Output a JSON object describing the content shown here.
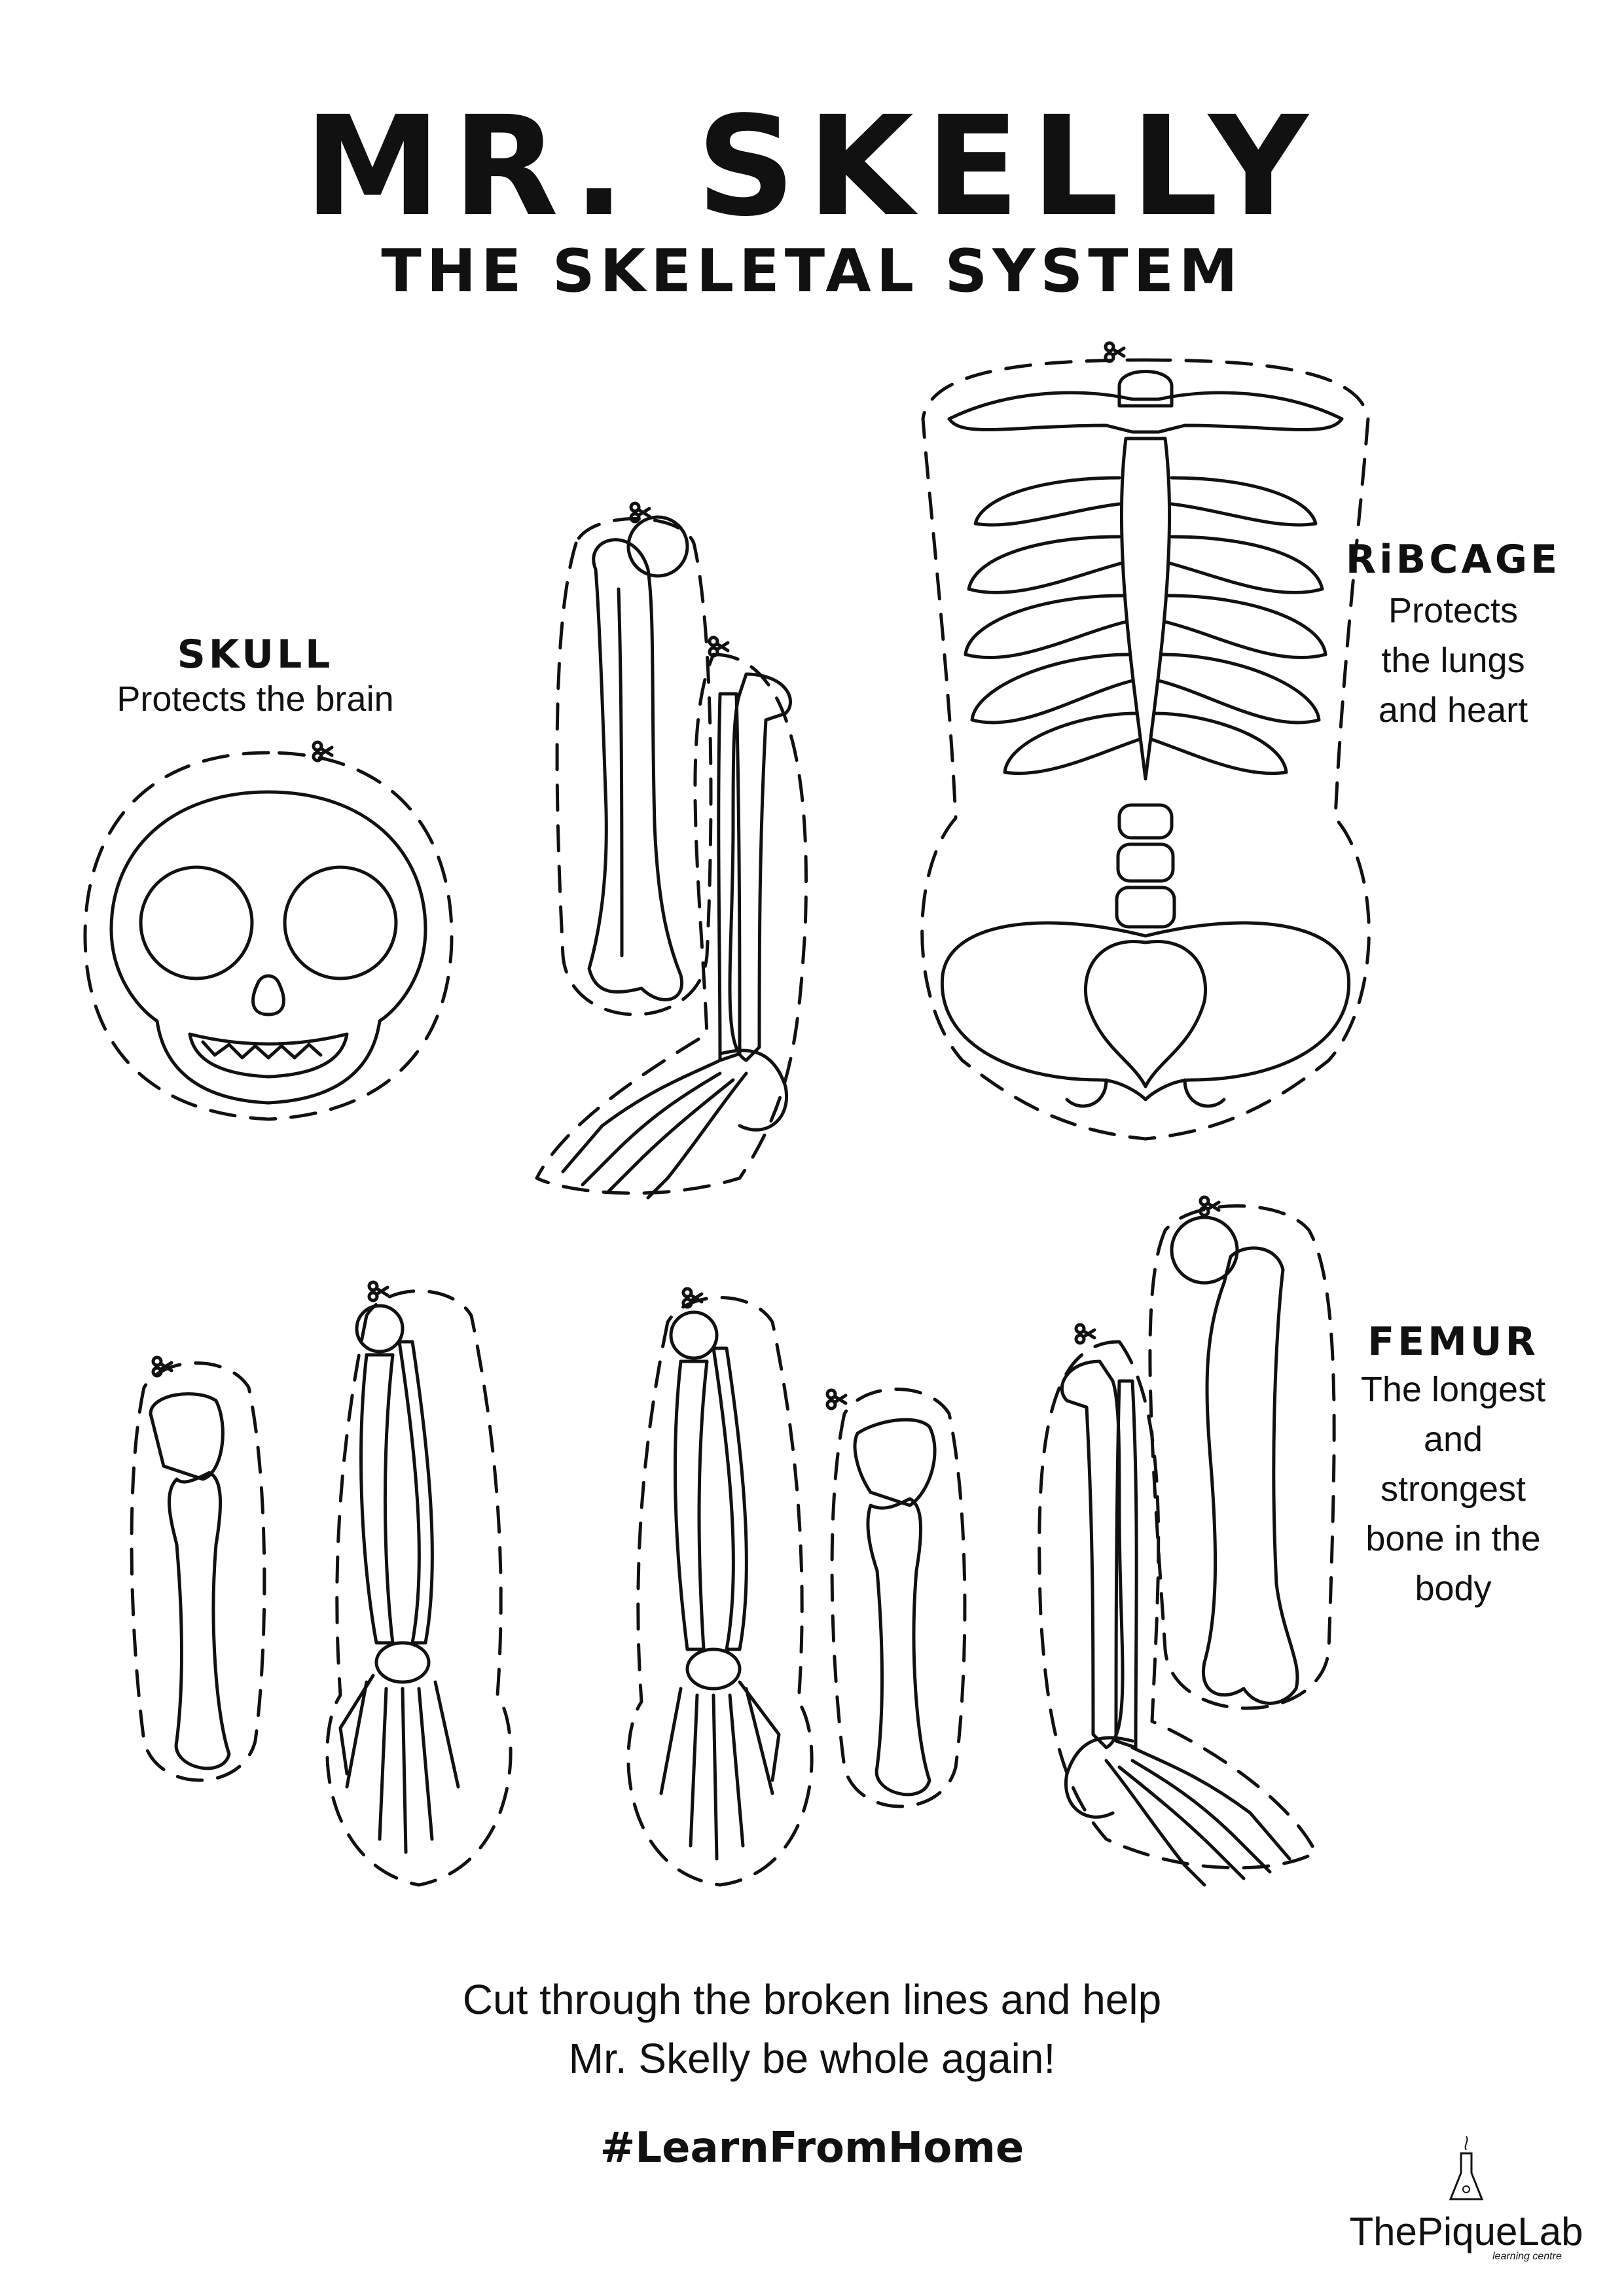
{
  "title": "MR. SKELLY",
  "subtitle": "THE SKELETAL SYSTEM",
  "skull": {
    "heading": "SKULL",
    "description": "Protects the brain"
  },
  "ribcage": {
    "heading": "RiBCAGE",
    "description": "Protects\nthe lungs\nand heart"
  },
  "femur": {
    "heading": "FEMUR",
    "description": "The longest\nand\nstrongest\nbone in the\nbody"
  },
  "instructions": "Cut through the broken lines and help\nMr. Skelly be whole again!",
  "hashtag": "#LearnFromHome",
  "logo": {
    "name": "ThePiqueLab",
    "tagline": "learning centre"
  },
  "icons": [
    "scissors-icon",
    "flask-icon"
  ]
}
